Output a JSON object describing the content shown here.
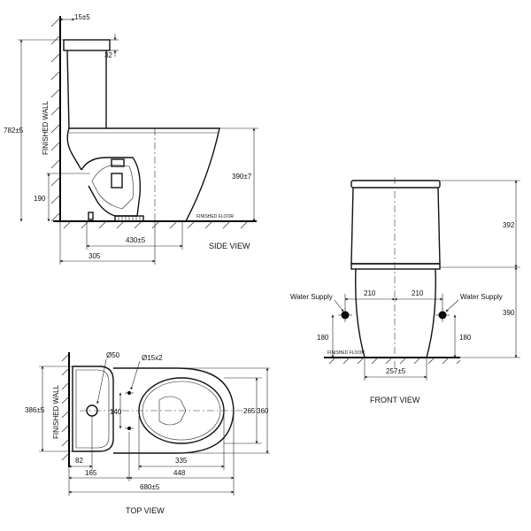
{
  "views": {
    "side": "SIDE VIEW",
    "front": "FRONT VIEW",
    "top": "TOP VIEW"
  },
  "labels": {
    "finished_wall_side": "FINISHED WALL",
    "finished_wall_top": "FINISHED WALL",
    "finished_floor_side": "FINISHED FLOOR",
    "finished_floor_front": "FINISHED FLOOR",
    "water_supply_left": "Water Supply",
    "water_supply_right": "Water Supply"
  },
  "dims": {
    "side": {
      "d15": "15±5",
      "d32": "32",
      "d782": "782±5",
      "d190": "190",
      "d390": "390±7",
      "d430": "430±5",
      "d305": "305"
    },
    "front": {
      "d392": "392",
      "d390": "390",
      "d210l": "210",
      "d210r": "210",
      "d180l": "180",
      "d180r": "180",
      "d257": "257±5"
    },
    "top": {
      "d50": "Ø50",
      "d15x2": "Ø15x2",
      "d386": "386±5",
      "d140": "140",
      "d265": "265",
      "d360": "360",
      "d82": "82",
      "d335": "335",
      "d165": "165",
      "d448": "448",
      "d680": "680±5"
    }
  }
}
